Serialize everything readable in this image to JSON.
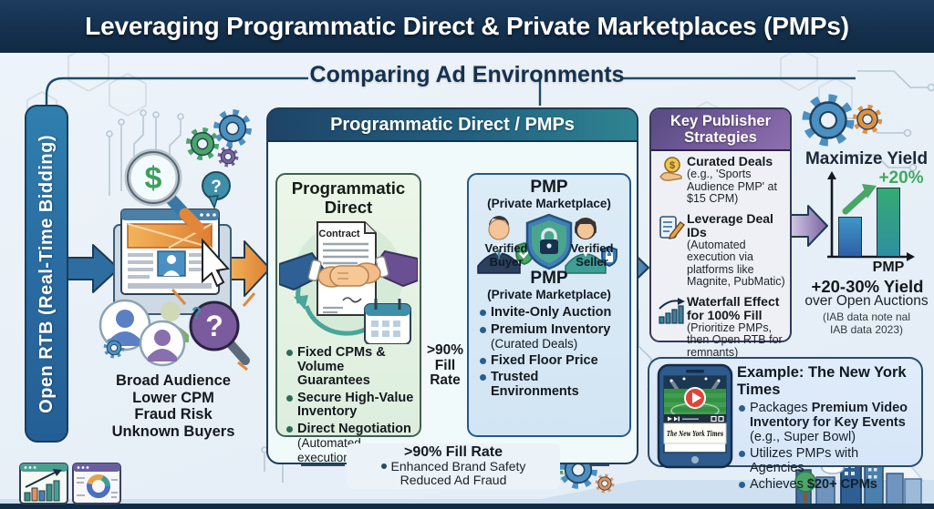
{
  "banner": {
    "title": "Leveraging Programmatic Direct & Private Marketplaces (PMPs)"
  },
  "subtitle": "Comparing Ad Environments",
  "open_rtb": {
    "label": "Open RTB (Real-Time Bidding)",
    "drawbacks": [
      "Broad Audience",
      "Lower CPM",
      "Fraud Risk",
      "Unknown Buyers"
    ]
  },
  "icons": {
    "dollar": "$",
    "question": "?"
  },
  "center": {
    "header": "Programmatic Direct / PMPs",
    "pd": {
      "title": "Programmatic Direct",
      "contract_label": "Contract",
      "bullets": [
        {
          "b": "Fixed CPMs & Volume Guarantees",
          "n": ""
        },
        {
          "b": "Secure High-Value Inventory",
          "n": ""
        },
        {
          "b": "Direct Negotiation",
          "n": "(Automated execution)"
        }
      ]
    },
    "gap": {
      "lines": [
        ">90%",
        "Fill",
        "Rate"
      ]
    },
    "pmp": {
      "title": "PMP",
      "subtitle": "(Private Marketplace)",
      "buyer_label": "Verified Buyer",
      "seller_label": "Verified Seller",
      "mid_title": "PMP",
      "mid_subtitle": "(Private Marketplace)",
      "bullets": [
        {
          "b": "Invite-Only Auction",
          "n": ""
        },
        {
          "b": "Premium Inventory",
          "n": "(Curated Deals)"
        },
        {
          "b": "Fixed Floor Price",
          "n": ""
        },
        {
          "b": "Trusted Environments",
          "n": ""
        }
      ]
    },
    "footer": {
      "title": ">90% Fill Rate",
      "line1": "Enhanced Brand Safety",
      "line2": "Reduced Ad Fraud"
    }
  },
  "strategies": {
    "header_line1": "Key Publisher",
    "header_line2": "Strategies",
    "items": [
      {
        "title": "Curated Deals",
        "detail": "(e.g., 'Sports Audience PMP' at $15 CPM)"
      },
      {
        "title": "Leverage Deal IDs",
        "detail": "(Automated execution via platforms like Magnite, PubMatic)"
      },
      {
        "title": "Waterfall Effect for 100% Fill",
        "detail": "(Prioritize PMPs, then Open RTB for remnants)"
      }
    ]
  },
  "yield": {
    "title": "Maximize Yield",
    "gain": "+20%",
    "bar_label": "PMP",
    "result": "+20-30% Yield",
    "result_sub": "over Open Auctions",
    "source_line1": "(IAB data note nal",
    "source_line2": "IAB data 2023)"
  },
  "example": {
    "title": "Example: The New York Times",
    "masthead": "The New York Times",
    "bullets": [
      {
        "pre": "Packages ",
        "bold": "Premium Video Inventory for Key Events",
        "paren": "(e.g., Super Bowl)"
      },
      {
        "text": "Utilizes PMPs with Agencies"
      },
      {
        "pre": "Achieves ",
        "bold": "$20+ CPMs"
      }
    ]
  },
  "chart_data": {
    "type": "bar",
    "title": "Maximize Yield",
    "categories": [
      "",
      "PMP"
    ],
    "values_relative_height": [
      0.58,
      1.0
    ],
    "annotation": "+20%",
    "note": "PMP bar ~+20% over unlabeled open-auction bar; no numeric axis shown",
    "bar_styles": [
      "height:44px",
      "height:76px"
    ]
  }
}
